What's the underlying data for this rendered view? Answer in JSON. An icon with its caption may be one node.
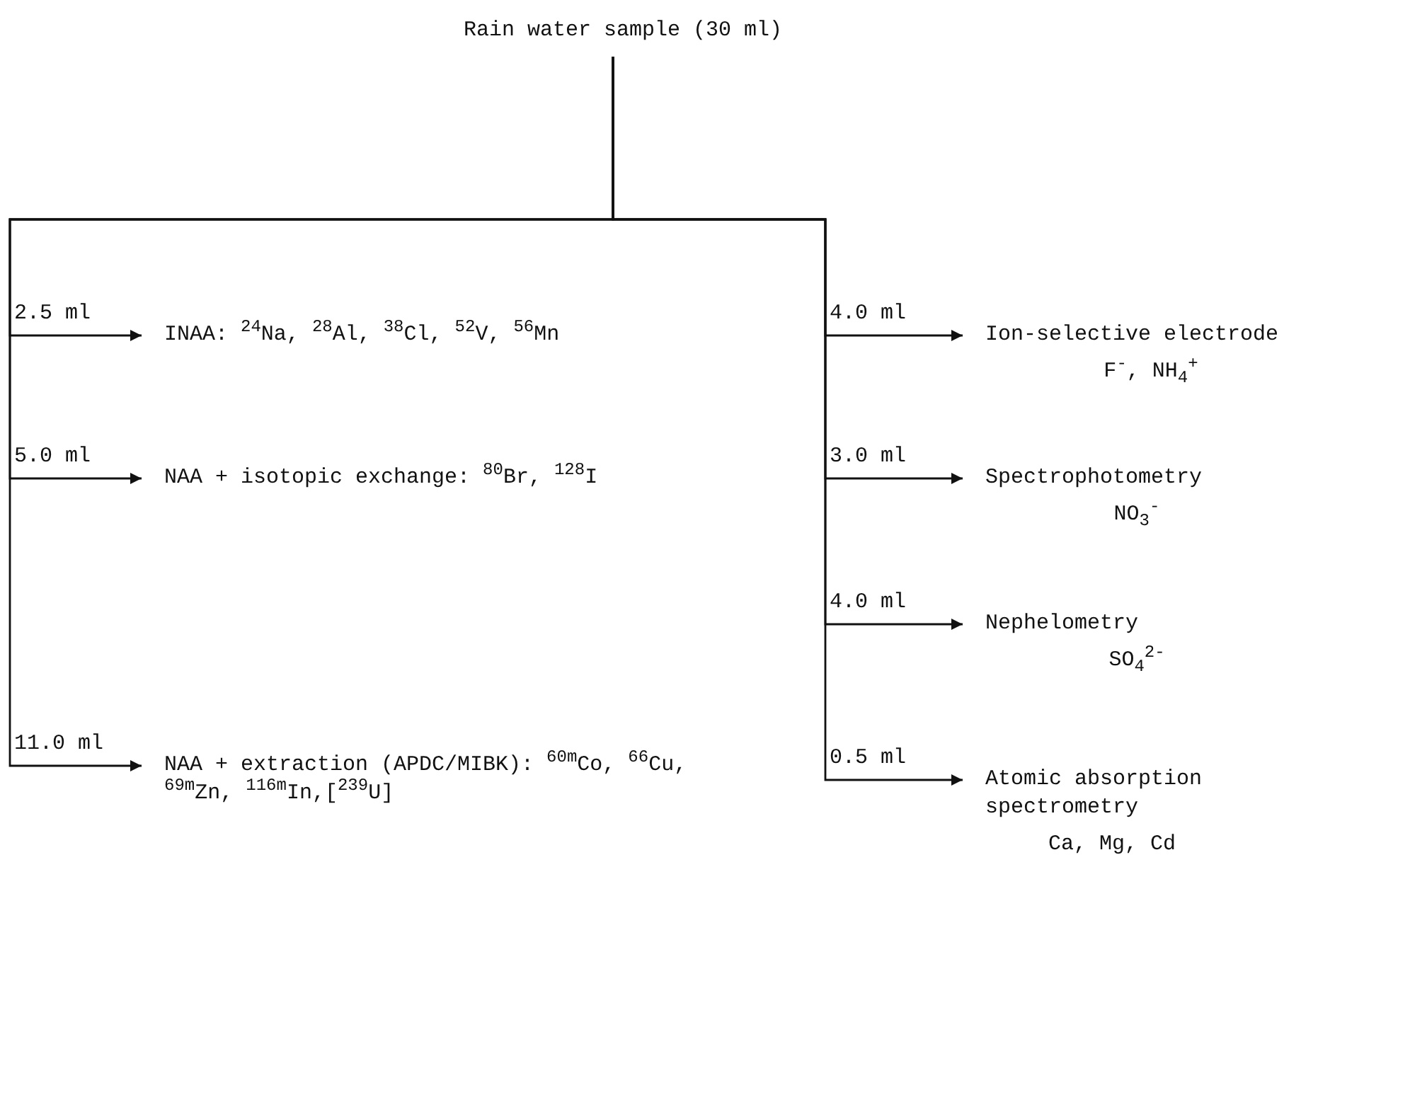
{
  "diagram": {
    "nodes": [
      {
        "text": [
          "Rain water sample (30 ml)"
        ]
      },
      {
        "text": [
          "INAA: $^{24}$Na, $^{28}$Al, $^{38}$Cl, $^{52}$V, $^{56}$Mn"
        ]
      },
      {
        "text": [
          "NAA + isotopic exchange: $^{80}$Br, $^{128}$I"
        ]
      },
      {
        "text": [
          "NAA + extraction (APDC/MIBK): $^{60m}$Co, $^{66}$Cu, $^{69m}$Zn, $^{116m}$In,[$^{239}$U]"
        ]
      },
      {
        "text": [
          "Ion-selective electrode",
          "F$^{-}$, NH$_{4}$$^{+}$"
        ]
      },
      {
        "text": [
          "Spectrophotometry",
          "NO$_{3}$$^{-}$"
        ]
      },
      {
        "text": [
          "Nephelometry",
          "SO$_{4}$$^{2-}$"
        ]
      },
      {
        "text": [
          "Atomic absorption spectrometry",
          "Ca, Mg, Cd"
        ]
      }
    ],
    "edges": [
      {
        "from": 0,
        "to": 1,
        "arrow": "to",
        "label": "2.5 ml"
      },
      {
        "from": 0,
        "to": 2,
        "arrow": "to",
        "label": "5.0 ml"
      },
      {
        "from": 0,
        "to": 3,
        "arrow": "to",
        "label": "11.0 ml"
      },
      {
        "from": 0,
        "to": 4,
        "arrow": "to",
        "label": "4.0 ml"
      },
      {
        "from": 0,
        "to": 5,
        "arrow": "to",
        "label": "3.0 ml"
      },
      {
        "from": 0,
        "to": 6,
        "arrow": "to",
        "label": "4.0 ml"
      },
      {
        "from": 0,
        "to": 7,
        "arrow": "to",
        "label": "0.5 ml"
      }
    ]
  }
}
